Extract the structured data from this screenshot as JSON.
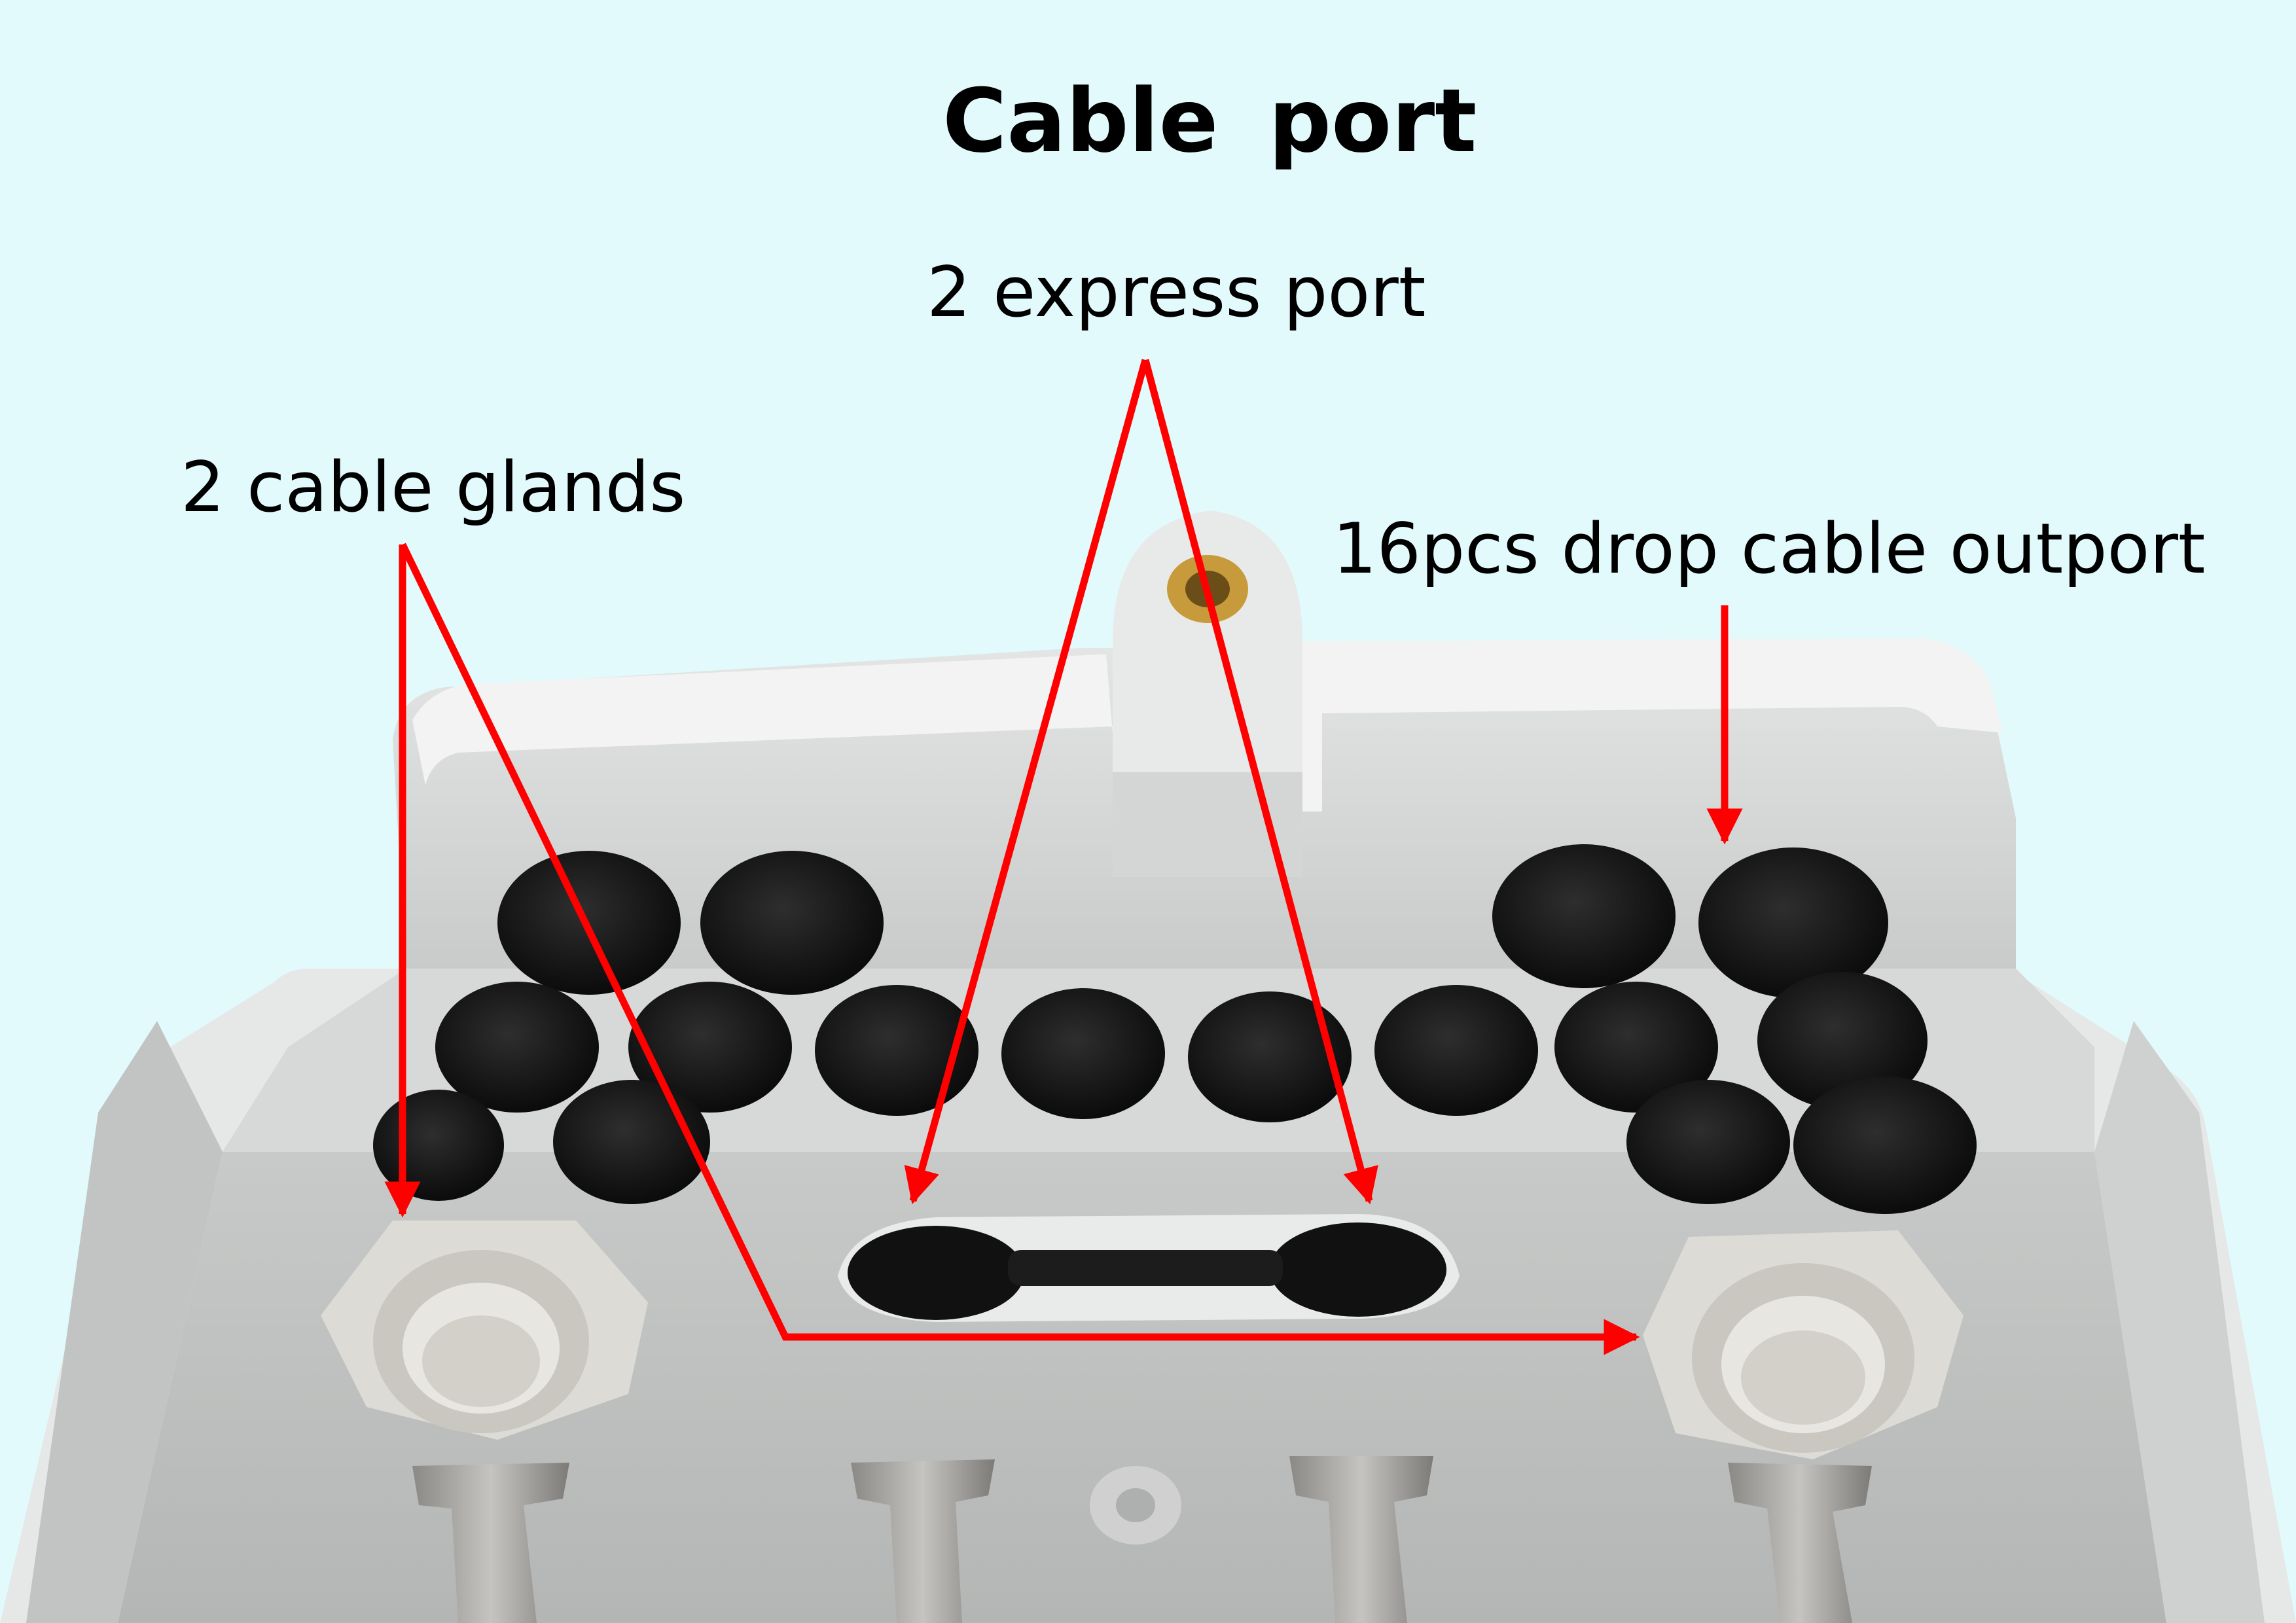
{
  "title": "Cable  port",
  "labels": {
    "express": "2 express port",
    "glands": "2 cable glands",
    "drop": "16pcs drop cable outport"
  },
  "colors": {
    "background": "#e2fafb",
    "enclosure": "#d9dbda",
    "grommet": "#141414",
    "arrow": "#ff0000"
  }
}
